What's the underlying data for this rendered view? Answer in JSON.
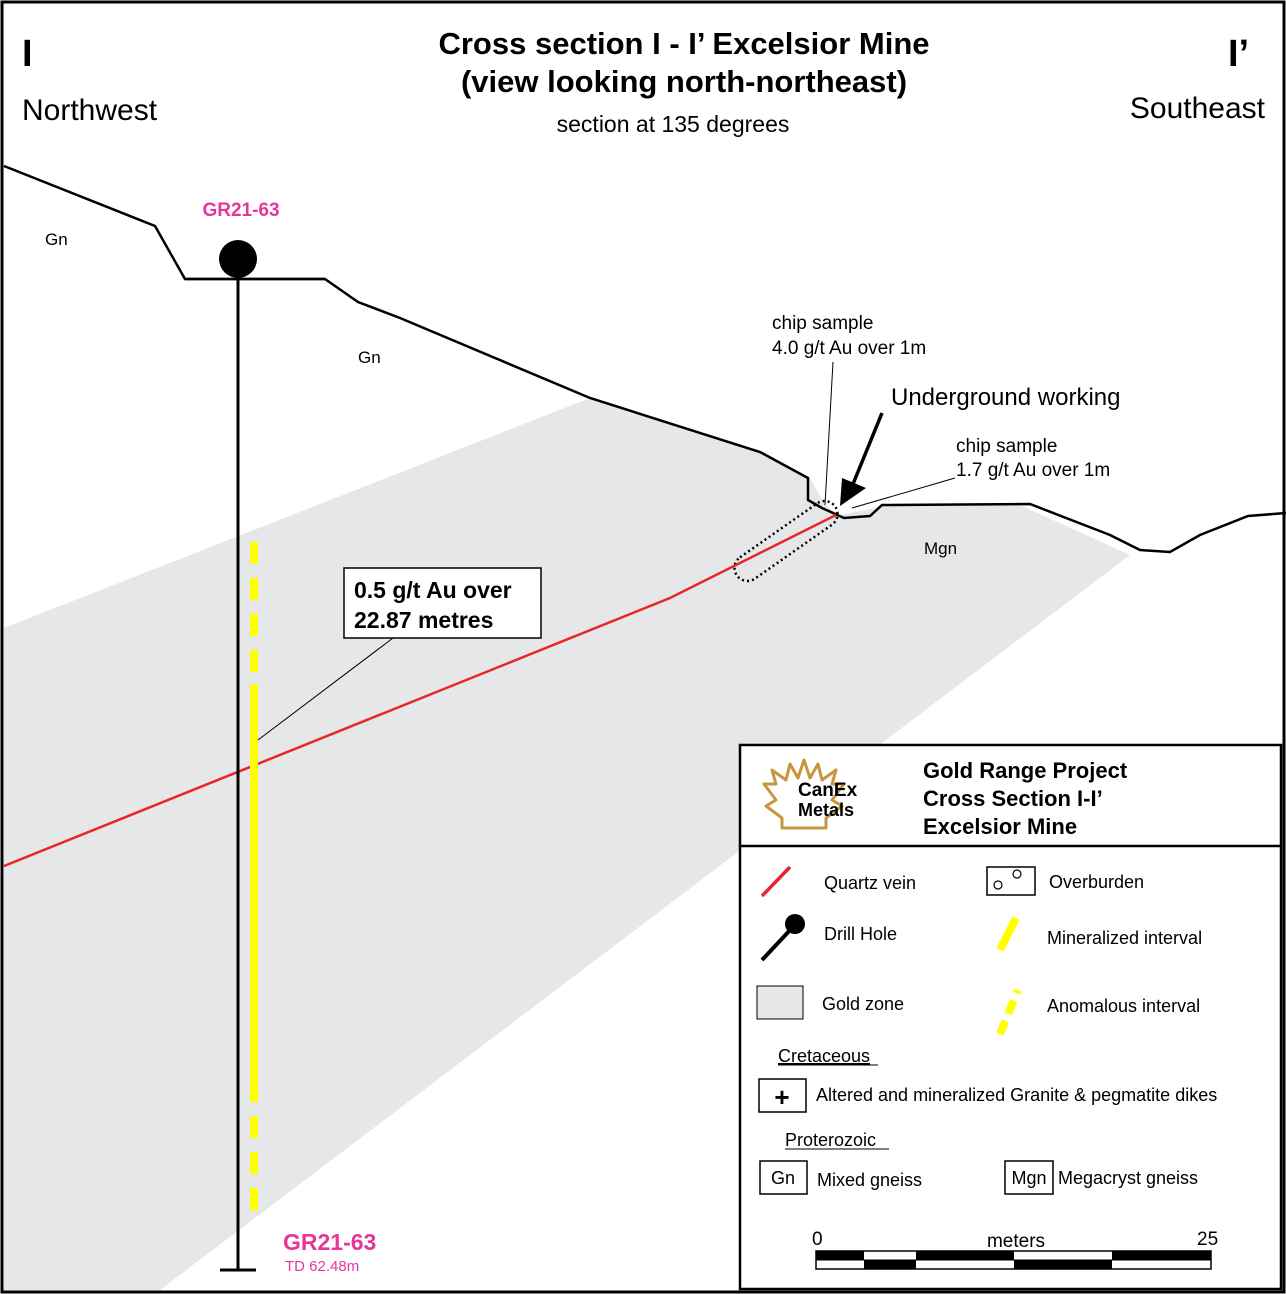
{
  "title": {
    "line1": "Cross section I - I’ Excelsior Mine",
    "line2": "(view looking north-northeast)",
    "subtitle": "section at 135 degrees",
    "left_marker": "I",
    "right_marker": "I’",
    "left_direction": "Northwest",
    "right_direction": "Southeast"
  },
  "drill_hole": {
    "collar_label": "GR21-63",
    "bottom_label": "GR21-63",
    "total_depth": "TD 62.48m"
  },
  "rock_labels": {
    "gn_upper": "Gn",
    "gn_middle": "Gn",
    "mgn": "Mgn"
  },
  "annotations": {
    "interval_line1": "0.5 g/t Au over",
    "interval_line2": "22.87 metres",
    "chip1_line1": "chip sample",
    "chip1_line2": "4.0 g/t Au over 1m",
    "chip2_line1": "chip sample",
    "chip2_line2": "1.7 g/t Au over 1m",
    "underground": "Underground working"
  },
  "legend": {
    "logo_line1": "CanEx",
    "logo_line2": "Metals",
    "project_line1": "Gold Range Project",
    "project_line2": "Cross Section I-I’",
    "project_line3": "Excelsior Mine",
    "quartz_vein": "Quartz vein",
    "overburden": "Overburden",
    "drill_hole": "Drill Hole",
    "mineralized_interval": "Mineralized interval",
    "gold_zone": "Gold zone",
    "anomalous_interval": "Anomalous interval",
    "cretaceous": "Cretaceous",
    "granite": "Altered and mineralized Granite & pegmatite dikes",
    "proterozoic": "Proterozoic",
    "gn_box": "Gn",
    "mixed_gneiss": "Mixed gneiss",
    "mgn_box": "Mgn",
    "megacryst_gneiss": "Megacryst gneiss",
    "scale_start": "0",
    "scale_unit": "meters",
    "scale_end": "25"
  },
  "colors": {
    "quartz_vein": "#e8262a",
    "mineralized": "#ffff00",
    "gold_zone": "#e6e7e8",
    "drill_label": "#e6369a",
    "logo_gold": "#c8963c"
  }
}
